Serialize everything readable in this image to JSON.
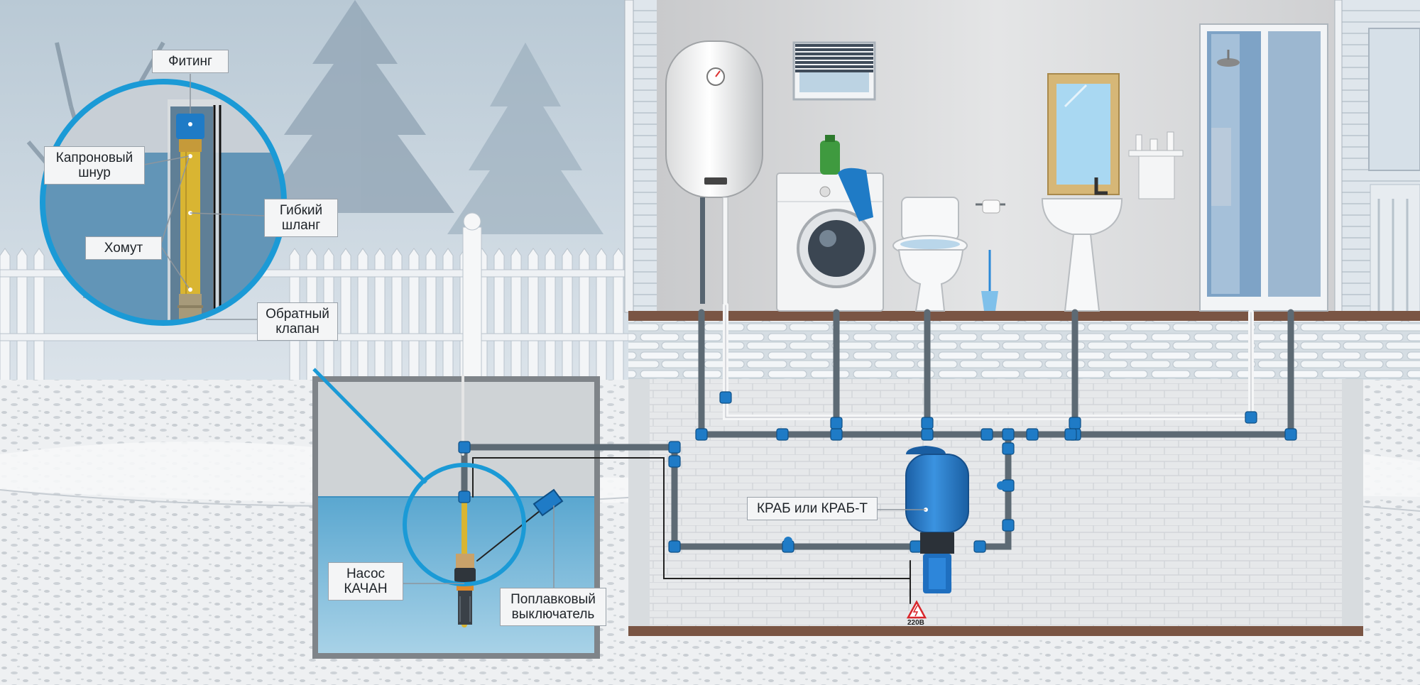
{
  "labels": {
    "fitting": "Фитинг",
    "kapron_cord": "Капроновый\nшнур",
    "flexible_hose": "Гибкий\nшланг",
    "clamp": "Хомут",
    "check_valve": "Обратный\nклапан",
    "pump": "Насос\nКАЧАН",
    "float_switch": "Поплавковый\nвыключатель",
    "accumulator": "КРАБ или КРАБ-Т",
    "voltage": "220В"
  },
  "colors": {
    "sky": "#c9d6e0",
    "water": "#6fb3d6",
    "pipe_blue": "#1f7bc6",
    "pipe_gray": "#5d6a74",
    "tank_blue": "#2c7fd0",
    "floor_brown": "#7a5544",
    "zoom_circle_border": "#1b9ad6",
    "warning_red": "#d8262b"
  },
  "icons": [
    "water-heater-icon",
    "washing-machine-icon",
    "detergent-bottle-icon",
    "toilet-icon",
    "toilet-paper-icon",
    "toilet-brush-icon",
    "sink-icon",
    "mirror-icon",
    "shower-cabin-icon",
    "window-blinds-icon",
    "fence-icon",
    "tree-icon",
    "well-pump-icon",
    "float-switch-icon",
    "hydro-accumulator-icon",
    "electric-warning-icon"
  ]
}
